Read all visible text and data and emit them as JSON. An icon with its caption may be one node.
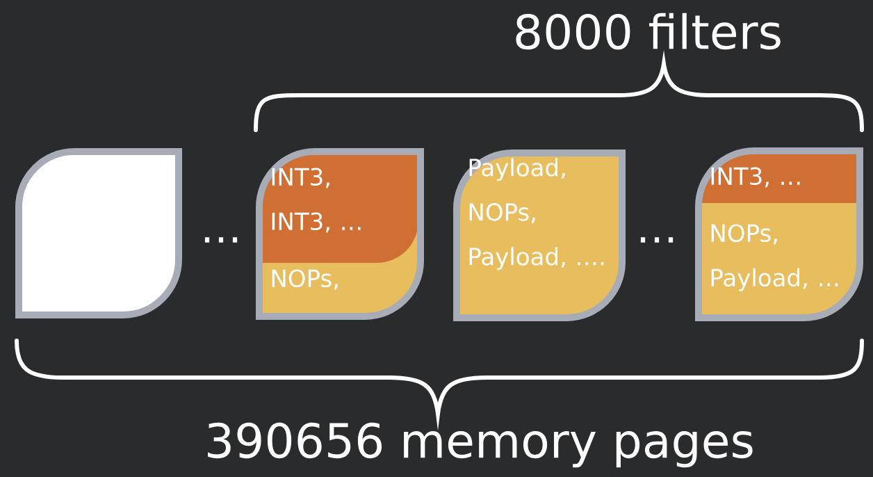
{
  "diagram": {
    "nodes": [
      {
        "text": [],
        "shape": "box"
      },
      {
        "text": [
          "INT3, INT3, …",
          "NOPs,"
        ]
      },
      {
        "text": [
          "Payload, NOPs, Payload, …."
        ]
      },
      {
        "text": [
          "INT3, …",
          "NOPs, Payload, …"
        ]
      }
    ],
    "labels": [
      "8000 filters",
      "…",
      "…",
      "390656 memory pages"
    ]
  }
}
